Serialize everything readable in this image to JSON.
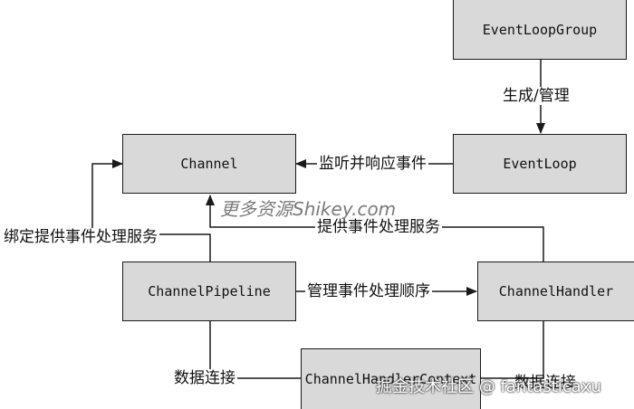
{
  "nodes": {
    "event_loop_group": "EventLoopGroup",
    "event_loop": "EventLoop",
    "channel": "Channel",
    "channel_pipeline": "ChannelPipeline",
    "channel_handler": "ChannelHandler",
    "channel_handler_context": "ChannelHandlerContext"
  },
  "edges": {
    "create_manage": "生成/管理",
    "listen_respond": "监听并响应事件",
    "provide_service": "提供事件处理服务",
    "bind_provide_service": "绑定提供事件处理服务",
    "manage_order": "管理事件处理顺序",
    "data_connect_left": "数据连接",
    "data_connect_right": "数据连接"
  },
  "watermarks": {
    "center": "更多资源Shikey.com",
    "bottom": "掘金技术社区 @ fantasticaxu"
  },
  "colors": {
    "box_fill": "#d9d9d9",
    "line": "#1a1a1a",
    "watermark_center": "#7a7a7a"
  }
}
